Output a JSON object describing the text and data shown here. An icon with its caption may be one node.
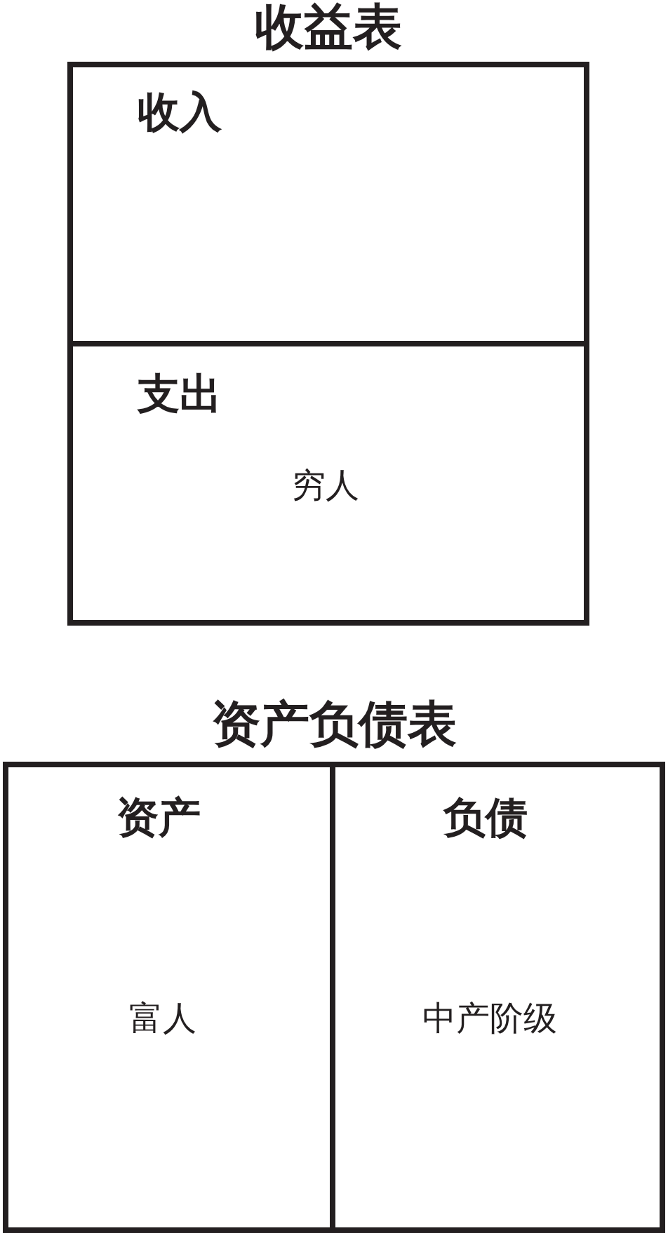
{
  "diagram": {
    "nodes": [
      {
        "text": [
          "收益表"
        ]
      },
      {
        "text": [
          "收入"
        ],
        "in": 0
      },
      {
        "text": [
          "支出",
          "穷人"
        ],
        "in": 0
      },
      {
        "text": [
          "资产负债表"
        ]
      },
      {
        "text": [
          "资产",
          "富人"
        ],
        "in": 3
      },
      {
        "text": [
          "负债",
          "中产阶级"
        ],
        "in": 3
      }
    ]
  }
}
